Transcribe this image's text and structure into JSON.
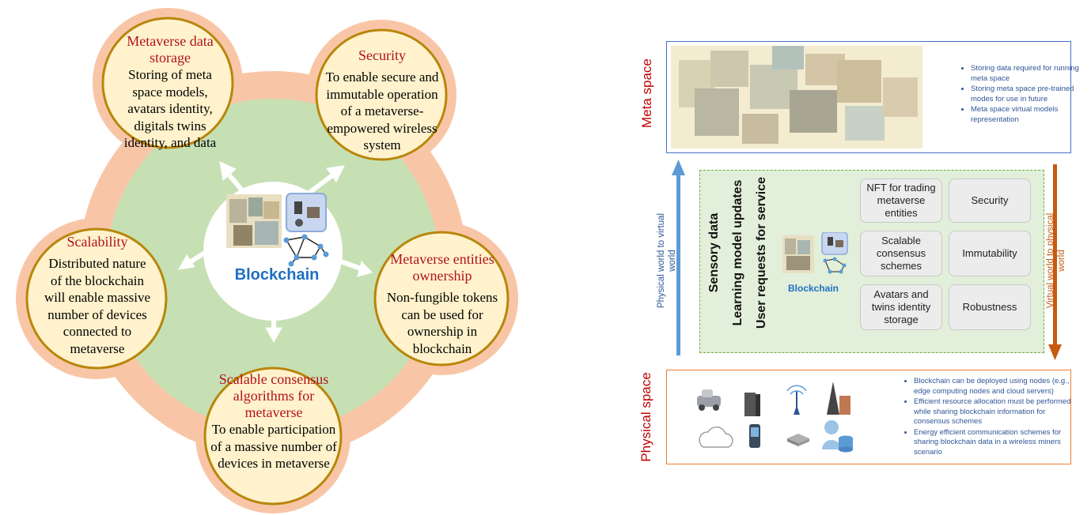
{
  "left_diagram": {
    "center": {
      "label": "Blockchain"
    },
    "petals": [
      {
        "id": "storage",
        "title": "Metaverse data storage",
        "title_lines": [
          "Metaverse data",
          "storage"
        ],
        "body_lines": [
          "Storing of meta",
          "space models,",
          "avatars identity,",
          "digitals twins",
          "identity, and data"
        ]
      },
      {
        "id": "security",
        "title": "Security",
        "title_lines": [
          "Security"
        ],
        "body_lines": [
          "To enable secure and",
          "immutable operation",
          "of a metaverse-",
          "empowered wireless",
          "system"
        ]
      },
      {
        "id": "ownership",
        "title": "Metaverse entities ownership",
        "title_lines": [
          "Metaverse entities",
          "ownership"
        ],
        "body_lines": [
          "Non-fungible tokens",
          "can be used for",
          "ownership in",
          "blockchain"
        ]
      },
      {
        "id": "consensus",
        "title": "Scalable consensus algorithms for metaverse",
        "title_lines": [
          "Scalable consensus",
          "algorithms for",
          "metaverse"
        ],
        "body_lines": [
          "To enable participation",
          "of a massive number of",
          "devices in metaverse"
        ]
      },
      {
        "id": "scalability",
        "title": "Scalability",
        "title_lines": [
          "Scalability"
        ],
        "body_lines": [
          "Distributed nature",
          "of the blockchain",
          "will enable massive",
          "number of devices",
          "connected to",
          "metaverse"
        ]
      }
    ],
    "colors": {
      "outer_ring": "#f8c6a7",
      "inner_disk": "#c6e0b4",
      "petal_fill": "#fff2cc",
      "petal_border": "#b8860b",
      "arrow": "#ffffff",
      "title": "#b3121a",
      "blockchain_text": "#1f6fc0"
    }
  },
  "right_diagram": {
    "meta_space": {
      "label": "Meta space",
      "bullets": [
        "Storing data required for running meta space",
        "Storing meta space pre-trained modes for use in future",
        "Meta space virtual models representation"
      ]
    },
    "middle": {
      "left_arrow_label_lines": [
        "Physical world to virtual",
        "world"
      ],
      "right_arrow_label_lines": [
        "Virtual world to physical",
        "world"
      ],
      "inputs": [
        "Sensory data",
        "Learning model updates",
        "User requests for service"
      ],
      "blockchain_label": "Blockchain",
      "features": [
        [
          "NFT for trading",
          "metaverse",
          "entities"
        ],
        [
          "Security"
        ],
        [
          "Scalable",
          "consensus",
          "schemes"
        ],
        [
          "Immutability"
        ],
        [
          "Avatars and",
          "twins identity",
          "storage"
        ],
        [
          "Robustness"
        ]
      ]
    },
    "physical_space": {
      "label": "Physical space",
      "icons": [
        "car-icon",
        "server-icon",
        "antenna-icon",
        "tower-icon",
        "cloud-icon",
        "phone-icon",
        "router-icon",
        "user-database-icon"
      ],
      "bullets": [
        "Blockchain can be deployed using nodes (e.g., edge computing nodes and cloud servers)",
        "Efficient resource allocation must be performed while sharing blockchain information for consensus schemes",
        "Energy efficient communication schemes for sharing blockchain data in a wireless miners scenario"
      ]
    },
    "colors": {
      "meta_border": "#4472c4",
      "physical_border": "#ed7d31",
      "middle_fill": "#e2efda",
      "middle_border": "#70ad47",
      "up_arrow": "#5b9bd5",
      "down_arrow": "#c55a11",
      "side_label": "#c00000",
      "bullet_text": "#2f5597"
    }
  }
}
